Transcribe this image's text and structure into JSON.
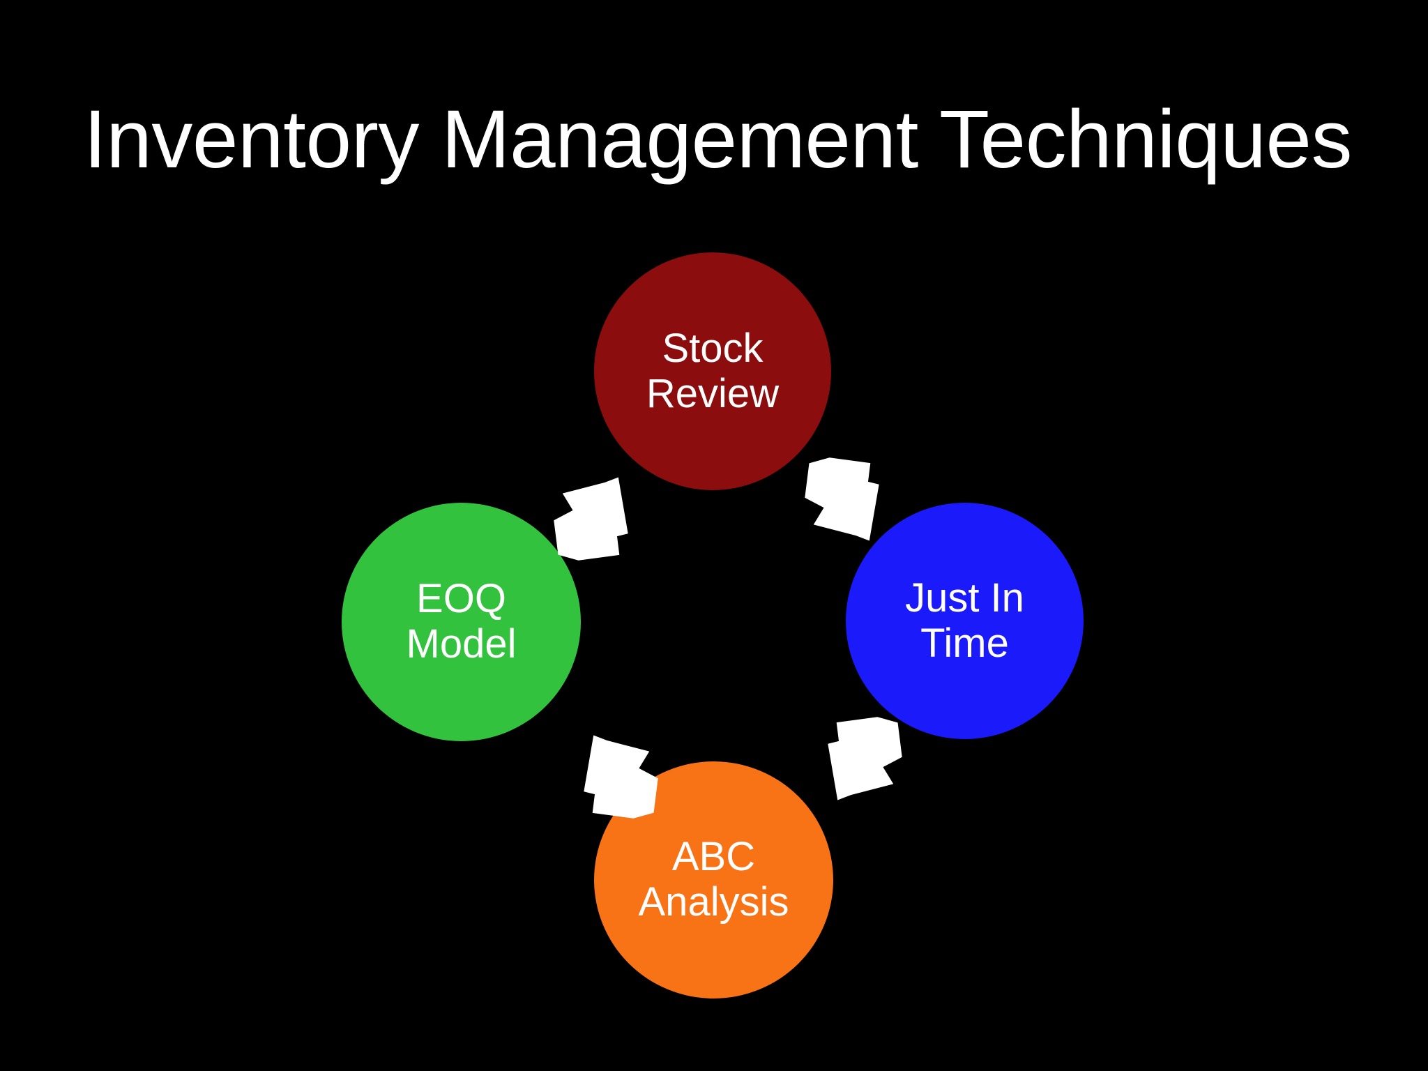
{
  "slide": {
    "title": "Inventory Management Techniques",
    "background_color": "#000000",
    "title_color": "#FFFFFF"
  },
  "diagram": {
    "type": "cycle",
    "direction": "clockwise",
    "arrow_color": "#FFFFFF",
    "steps": [
      {
        "id": "stock-review",
        "label": "Stock\nReview",
        "line1": "Stock",
        "line2": "Review",
        "color": "#8B0D0D",
        "text_color": "#FFFFFF",
        "position": "top"
      },
      {
        "id": "just-in-time",
        "label": "Just In\nTime",
        "line1": "Just In",
        "line2": "Time",
        "color": "#1A1AFA",
        "text_color": "#FFFFFF",
        "position": "right"
      },
      {
        "id": "abc-analysis",
        "label": "ABC\nAnalysis",
        "line1": "ABC",
        "line2": "Analysis",
        "color": "#F87216",
        "text_color": "#FFFFFF",
        "position": "bottom"
      },
      {
        "id": "eoq-model",
        "label": "EOQ\nModel",
        "line1": "EOQ",
        "line2": "Model",
        "color": "#33C23D",
        "text_color": "#FFFFFF",
        "position": "left"
      }
    ],
    "connectors": [
      {
        "id": "sr-to-jit",
        "from": "stock-review",
        "to": "just-in-time",
        "icon": "arrow-down-right-icon"
      },
      {
        "id": "jit-to-abc",
        "from": "just-in-time",
        "to": "abc-analysis",
        "icon": "arrow-down-left-icon"
      },
      {
        "id": "abc-to-eoq",
        "from": "abc-analysis",
        "to": "eoq-model",
        "icon": "arrow-up-left-icon"
      },
      {
        "id": "eoq-to-sr",
        "from": "eoq-model",
        "to": "stock-review",
        "icon": "arrow-up-right-icon"
      }
    ]
  }
}
